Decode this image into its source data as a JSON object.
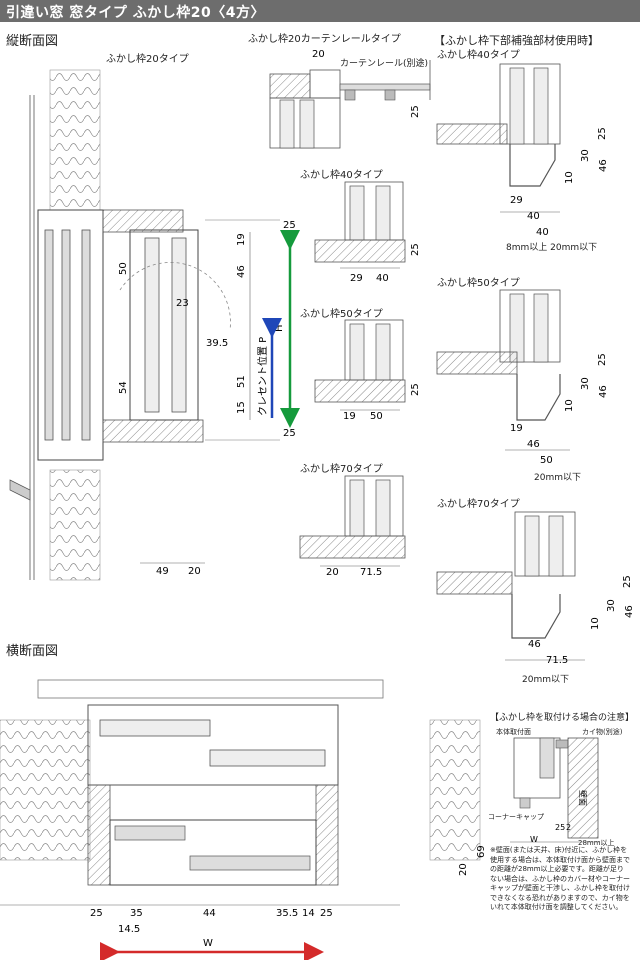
{
  "header": {
    "title": "引違い窓 窓タイプ ふかし枠20〈4方〉"
  },
  "sections": {
    "vertical": "縦断面図",
    "horizontal": "横断面図",
    "bottom_reinforce": "【ふかし枠下部補強部材使用時】",
    "caution": "【ふかし枠を取付ける場合の注意】"
  },
  "labels": {
    "f20": "ふかし枠20タイプ",
    "f20_curtain": "ふかし枠20カーテンレールタイプ",
    "curtain_rail": "カーテンレール(別途)",
    "f40": "ふかし枠40タイプ",
    "f50": "ふかし枠50タイプ",
    "f70": "ふかし枠70タイプ",
    "r40": "ふかし枠40タイプ",
    "r50": "ふかし枠50タイプ",
    "r70": "ふかし枠70タイプ",
    "crescent": "クレセント位置 P",
    "H": "H",
    "W": "W",
    "body_surface": "本体取付面",
    "cover": "カイ物(別途)",
    "wall": "壁面",
    "corner_cap": "コーナーキャップ",
    "min28": "28mm以上",
    "r40_note": "8mm以上 20mm以下",
    "r50_note": "20mm以下",
    "r70_note": "20mm以下"
  },
  "dims": {
    "v_25a": "25",
    "v_19": "19",
    "v_50": "50",
    "v_46": "46",
    "v_23": "23",
    "v_395": "39.5",
    "v_54": "54",
    "v_51": "51",
    "v_15": "15",
    "v_25b": "25",
    "v_49": "49",
    "v_20": "20",
    "c_20": "20",
    "c_25": "25",
    "f40_25": "25",
    "f40_29": "29",
    "f40_40": "40",
    "f50_25": "25",
    "f50_19": "19",
    "f50_50": "50",
    "f70_20": "20",
    "f70_715": "71.5",
    "r40_25": "25",
    "r40_30": "30",
    "r40_46": "46",
    "r40_10": "10",
    "r40_29": "29",
    "r40_40a": "40",
    "r40_40b": "40",
    "r50_25": "25",
    "r50_30": "30",
    "r50_46": "46",
    "r50_10": "10",
    "r50_19": "19",
    "r50_46b": "46",
    "r50_50": "50",
    "r70_25": "25",
    "r70_30": "30",
    "r70_46": "46",
    "r70_10": "10",
    "r70_46b": "46",
    "r70_715": "71.5",
    "h_25": "25",
    "h_35": "35",
    "h_145": "14.5",
    "h_44": "44",
    "h_355": "35.5",
    "h_14": "14",
    "h_25b": "25",
    "h_69": "69",
    "h_20": "20",
    "n_25": "25",
    "n_2": "2",
    "n_W": "W"
  },
  "caution_text": "※壁面(または天井、床)付近に、ふかし枠を使用する場合は、本体取付け面から壁面までの距離が28mm以上必要です。距離が足りない場合は、ふかし枠のカバー材やコーナーキャップが壁面と干渉し、ふかし枠を取付けできなくなる恐れがありますので、カイ物をいれて本体取付け面を調整してください。",
  "colors": {
    "arrow_h": "#159a3c",
    "arrow_p": "#1f47b8",
    "arrow_w": "#d42a2a",
    "header_bg": "#6d6d6d"
  }
}
